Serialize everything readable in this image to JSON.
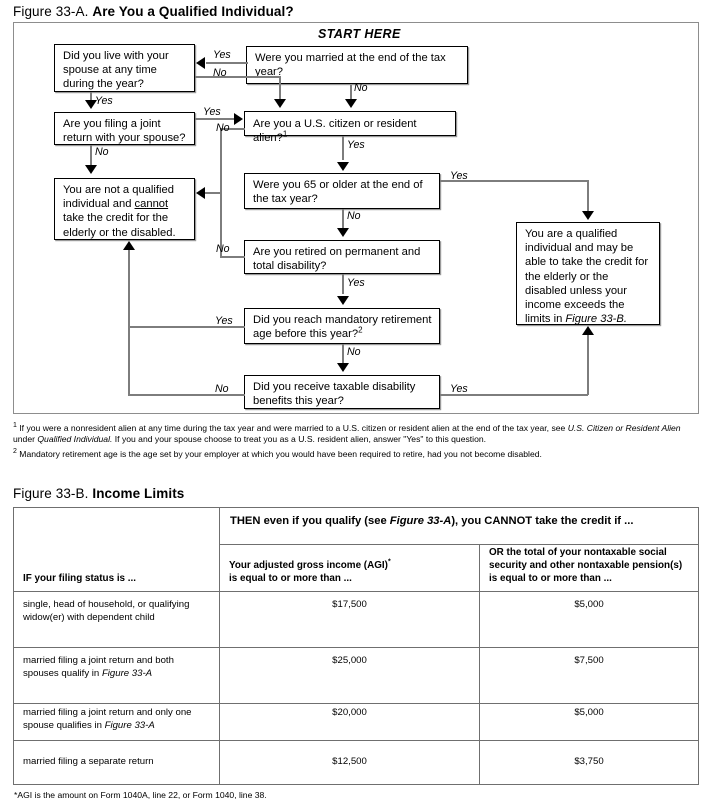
{
  "figure_a": {
    "label": "Figure 33-A.",
    "title": "Are You a Qualified Individual?",
    "start_here": "START HERE",
    "nodes": {
      "married": "Were you married at the end of the tax year?",
      "live_with_spouse": "Did you live with your spouse at any time during the year?",
      "joint_return": "Are you filing a joint return with your spouse?",
      "citizen": "Are you a U.S. citizen or resident alien?",
      "citizen_footnote_marker": "1",
      "age65": "Were you 65 or older at the end of the tax year?",
      "retired": "Are you retired on permanent and total disability?",
      "mandatory": "Did you reach mandatory retirement age before this year?",
      "mandatory_footnote_marker": "2",
      "disability_benefits": "Did you receive taxable disability benefits this year?",
      "not_qualified_p1": "You are not a qualified individual and ",
      "not_qualified_emph": "cannot",
      "not_qualified_p2": " take the credit for the elderly or the disabled.",
      "qualified_p1": "You are a qualified individual and may be able to take the credit for the elderly or the disabled unless your income exceeds the limits in ",
      "qualified_emph": "Figure 33-B."
    },
    "edge_labels": {
      "married_yes": "Yes",
      "married_no": "No",
      "live_yes": "Yes",
      "joint_yes": "Yes",
      "joint_no": "No",
      "citizen_no": "No",
      "citizen_yes": "Yes",
      "age65_yes": "Yes",
      "age65_no": "No",
      "retired_no": "No",
      "retired_yes": "Yes",
      "mandatory_yes": "Yes",
      "mandatory_no": "No",
      "disability_no": "No",
      "disability_yes": "Yes"
    },
    "footnotes": [
      {
        "marker": "1",
        "parts": [
          {
            "text": "If you were a nonresident alien at any time during the tax year and were married to a U.S. citizen or resident alien at the end of the tax year, see ",
            "italic": false
          },
          {
            "text": "U.S. Citizen or Resident Alien",
            "italic": true
          },
          {
            "text": " under ",
            "italic": false
          },
          {
            "text": "Qualified Individual.",
            "italic": true
          },
          {
            "text": " If you and your spouse choose to treat you as a U.S. resident alien, answer \"Yes\" to this question.",
            "italic": false
          }
        ]
      },
      {
        "marker": "2",
        "parts": [
          {
            "text": "Mandatory retirement age is the age set by your employer at which you would have been required to retire, had you not become disabled.",
            "italic": false
          }
        ]
      }
    ]
  },
  "figure_b": {
    "label": "Figure 33-B.",
    "title": "Income Limits",
    "header_span_pre": "THEN even if you qualify (see ",
    "header_span_em": "Figure 33-A",
    "header_span_post": "), you CANNOT take the credit if ...",
    "col1_header": "IF your filing status is ...",
    "col2_header_l1": "Your adjusted gross income (AGI)",
    "col2_header_mark": "*",
    "col2_header_l2": "is equal to or more than ...",
    "col3_header": "OR the total of your nontaxable social security and other nontaxable pension(s) is equal to or more than ...",
    "rows": [
      {
        "status_pre": "single, head of household, or qualifying widow(er) with dependent child",
        "status_em": "",
        "status_post": "",
        "agi": "$17,500",
        "nontaxable": "$5,000"
      },
      {
        "status_pre": "married filing a joint return and both spouses qualify in ",
        "status_em": "Figure 33-A",
        "status_post": "",
        "agi": "$25,000",
        "nontaxable": "$7,500"
      },
      {
        "status_pre": "married filing a joint return and only one spouse qualifies in ",
        "status_em": "Figure 33-A",
        "status_post": "",
        "agi": "$20,000",
        "nontaxable": "$5,000"
      },
      {
        "status_pre": "married filing a separate return",
        "status_em": "",
        "status_post": "",
        "agi": "$12,500",
        "nontaxable": "$3,750"
      }
    ],
    "footnote": "*AGI is the amount on Form 1040A, line 22, or Form 1040, line 38."
  }
}
